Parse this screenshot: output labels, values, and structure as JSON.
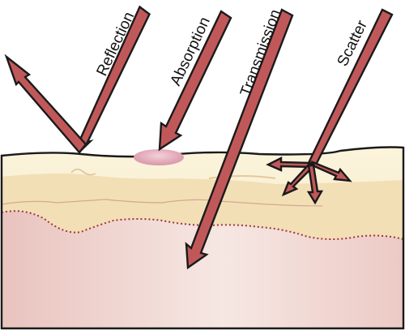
{
  "labels": {
    "reflection": "Reflection",
    "absorption": "Absorption",
    "transmission": "Transmission",
    "scatter": "Scatter"
  },
  "colors": {
    "arrow_fill": "#c0585a",
    "outline": "#1a1a1a",
    "epidermis": "#f6ecc7",
    "upper_dermis": "#f0dcb0",
    "dermis": "#eac8c2",
    "deep_dermis": "#f1d6d2",
    "absorber": "#e2a8b6"
  }
}
